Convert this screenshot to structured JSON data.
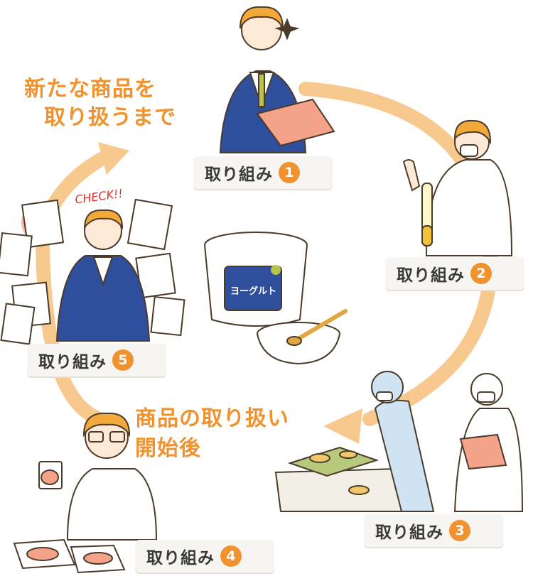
{
  "headline_before": [
    "新たな商品を",
    "取り扱うまで"
  ],
  "headline_after": [
    "商品の取り扱い",
    "開始後"
  ],
  "steps": [
    {
      "label": "取り組み",
      "num": "1"
    },
    {
      "label": "取り組み",
      "num": "2"
    },
    {
      "label": "取り組み",
      "num": "3"
    },
    {
      "label": "取り組み",
      "num": "4"
    },
    {
      "label": "取り組み",
      "num": "5"
    }
  ],
  "check_text": "CHECK!!",
  "product_label": "ヨーグルト",
  "colors": {
    "accent": "#f0922e",
    "cycle_arrow": "#f7c98f",
    "suit": "#2f4f9c",
    "coat": "#ffffff"
  }
}
